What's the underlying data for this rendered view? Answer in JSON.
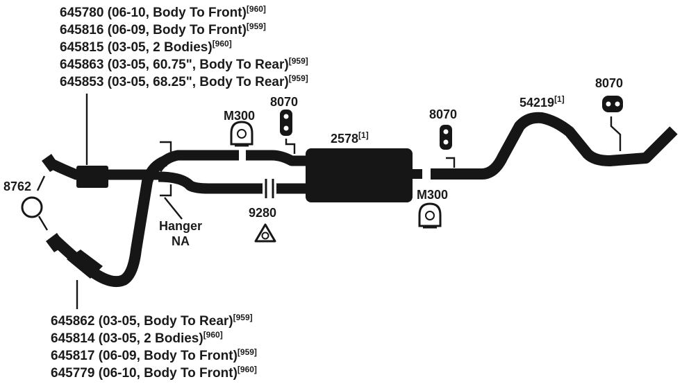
{
  "top_group": [
    {
      "part": "645780",
      "desc": "(06-10, Body To Front)",
      "note": "[960]"
    },
    {
      "part": "645816",
      "desc": "(06-09, Body To Front)",
      "note": "[959]"
    },
    {
      "part": "645815",
      "desc": "(03-05, 2 Bodies)",
      "note": "[960]"
    },
    {
      "part": "645863",
      "desc": "(03-05, 60.75\", Body To Rear)",
      "note": "[959]"
    },
    {
      "part": "645853",
      "desc": "(03-05, 68.25\", Body To Rear)",
      "note": "[959]"
    }
  ],
  "bottom_group": [
    {
      "part": "645862",
      "desc": "(03-05, Body To Rear)",
      "note": "[959]"
    },
    {
      "part": "645814",
      "desc": "(03-05, 2 Bodies)",
      "note": "[960]"
    },
    {
      "part": "645817",
      "desc": "(06-09, Body To Front)",
      "note": "[959]"
    },
    {
      "part": "645779",
      "desc": "(06-10, Body To Front)",
      "note": "[960]"
    }
  ],
  "labels": {
    "gasket": "8762",
    "clamp_top": "M300",
    "hanger_top": "8070",
    "muffler": "2578",
    "muffler_note": "[1]",
    "hanger_mid": "8070",
    "tailpipe": "54219",
    "tailpipe_note": "[1]",
    "hanger_right": "8070",
    "clamp_bottom": "M300",
    "flange_gasket": "9280",
    "hanger_na_line1": "Hanger",
    "hanger_na_line2": "NA"
  }
}
